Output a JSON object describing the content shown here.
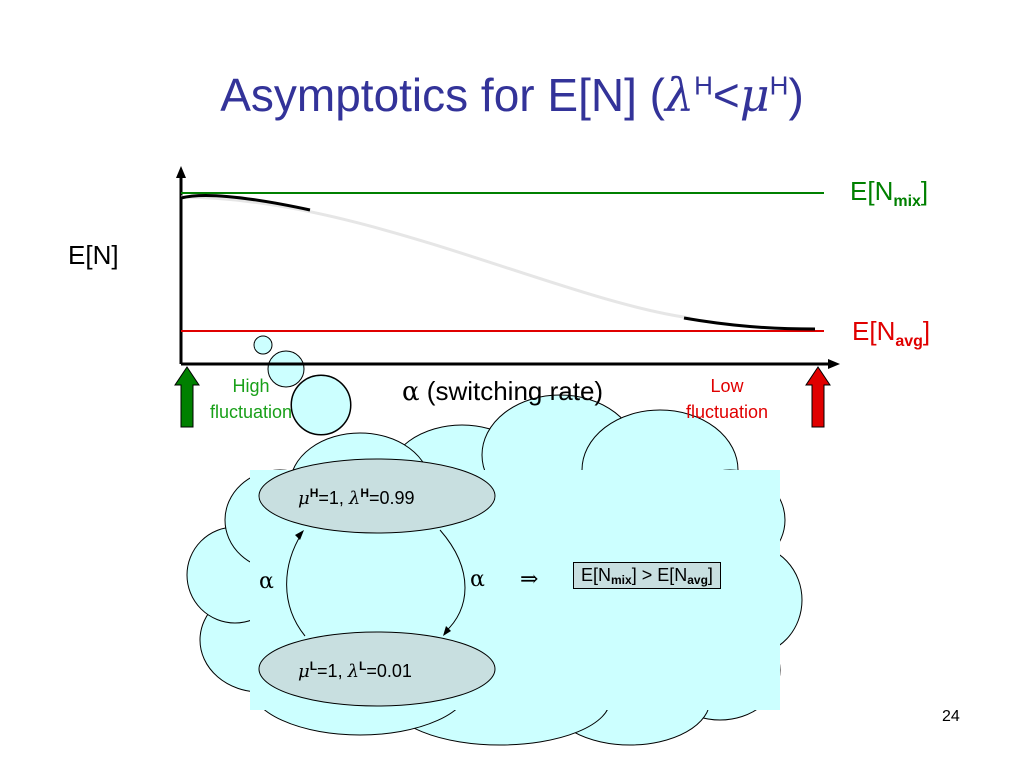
{
  "title": {
    "prefix": "Asymptotics for E[N] (",
    "lambda": "λ",
    "sup1": "H",
    "lt": "<",
    "mu": "μ",
    "sup2": "H",
    "suffix": ")"
  },
  "y_label": "E[N]",
  "x_label": {
    "alpha": "α",
    "text": " (switching rate)"
  },
  "mix_label": {
    "prefix": "E[N",
    "sub": "mix",
    "suffix": "]"
  },
  "avg_label": {
    "prefix": "E[N",
    "sub": "avg",
    "suffix": "]"
  },
  "high_fluct": [
    "High",
    "fluctuation"
  ],
  "low_fluct": [
    "Low",
    "fluctuation"
  ],
  "state_high": {
    "mu": "μ",
    "mu_sup": "H",
    "mu_val": "=1, ",
    "lambda": "λ",
    "lambda_sup": "H",
    "lambda_val": "=0.99"
  },
  "state_low": {
    "mu": "μ",
    "mu_sup": "L",
    "mu_val": "=1, ",
    "lambda": "λ",
    "lambda_sup": "L",
    "lambda_val": "=0.01"
  },
  "alpha_left": "α",
  "alpha_right": "α",
  "implies": "⇒",
  "result": {
    "a": "E[N",
    "a_sub": "mix",
    "mid": "] > E[N",
    "b_sub": "avg",
    "end": "]"
  },
  "page_number": "24",
  "colors": {
    "title": "#333399",
    "mix_line": "#008000",
    "avg_line": "#e00000",
    "cloud": "#ccffff",
    "state_fill": "#c8dfe0",
    "arrow_green": "#008000",
    "arrow_red": "#e00000"
  }
}
